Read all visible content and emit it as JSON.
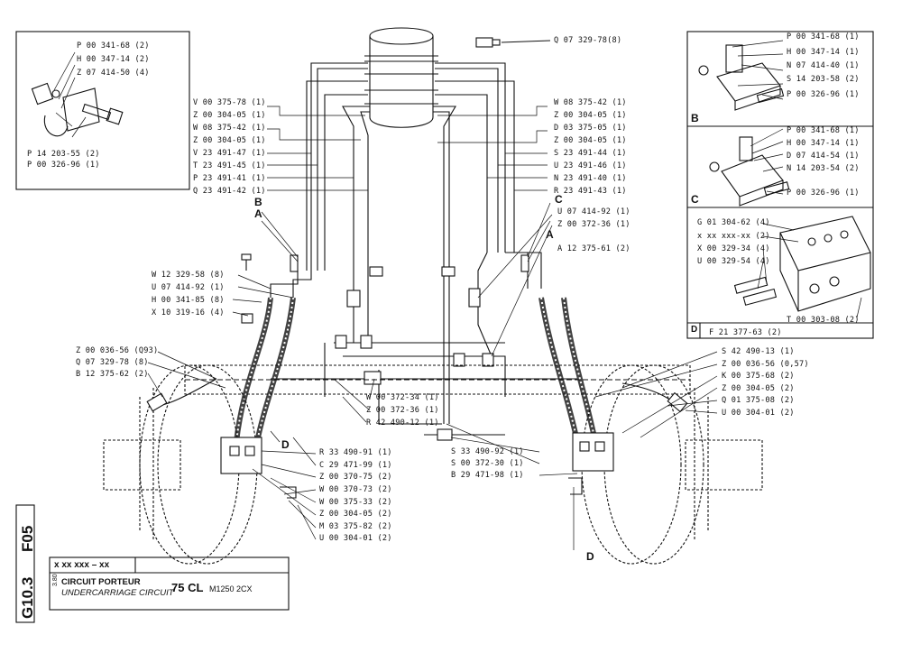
{
  "title_block": {
    "serial": "x xx xxx – xx",
    "date": "3.80",
    "title_fr": "CIRCUIT PORTEUR",
    "title_en": "UNDERCARRIAGE CIRCUIT",
    "model": "75 CL",
    "variant": "M1250  2CX",
    "side_code_1": "F05",
    "side_code_2": "G10.3"
  },
  "callouts": {
    "A_left": "A",
    "B_left": "B",
    "D_left": "D",
    "C_right": "C",
    "A_right": "A",
    "D_bottom": "D",
    "B_box": "B",
    "C_box": "C",
    "D_box": "D"
  },
  "inset_topleft": [
    "P 00 341-68 (2)",
    "H 00 347-14 (2)",
    "Z 07 414-50 (4)",
    "P 14 203-55 (2)",
    "P 00 326-96 (1)"
  ],
  "inset_B": [
    "P 00 341-68 (1)",
    "H 00 347-14 (1)",
    "N 07 414-40 (1)",
    "S 14 203-58 (2)",
    "P 00 326-96 (1)"
  ],
  "inset_C": [
    "P 00 341-68 (1)",
    "H 00 347-14 (1)",
    "D 07 414-54 (1)",
    "N 14 203-54 (2)",
    "P 00 326-96 (1)"
  ],
  "inset_D": [
    "G 01 304-62 (4)",
    "x xx xxx-xx (2)",
    "X 00 329-34 (4)",
    "U 00 329-54 (4)",
    "T 00 303-08 (2)",
    "F 21 377-63 (2)"
  ],
  "top_right_label": "Q 07 329-78(8)",
  "left_column": [
    "V 00 375-78 (1)",
    "Z 00 304-05 (1)",
    "W 08 375-42 (1)",
    "Z 00 304-05 (1)",
    "V 23 491-47 (1)",
    "T 23 491-45 (1)",
    "P 23 491-41 (1)",
    "Q 23 491-42 (1)"
  ],
  "right_column": [
    "W 08 375-42 (1)",
    "Z 00 304-05 (1)",
    "D 03 375-05 (1)",
    "Z 00 304-05 (1)",
    "S 23 491-44 (1)",
    "U 23 491-46 (1)",
    "N 23 491-40 (1)",
    "R 23 491-43 (1)"
  ],
  "right_mid": [
    "U 07 414-92 (1)",
    "Z 00 372-36 (1)",
    "A 12 375-61 (2)"
  ],
  "left_mid": [
    "W 12 329-58 (8)",
    "U 07 414-92 (1)",
    "H 00 341-85 (8)",
    "X 10 319-16 (4)"
  ],
  "left_lower": [
    "Z 00 036-56 (Q93)",
    "Q 07 329-78 (8)",
    "B 12 375-62 (2)"
  ],
  "right_lower": [
    "S 42 490-13 (1)",
    "Z 00 036-56 (0,57)",
    "K 00 375-68 (2)",
    "Z 00 304-05 (2)",
    "Q 01 375-08 (2)",
    "U 00 304-01 (2)"
  ],
  "center_mid": [
    "W 00 372-34 (1)",
    "Z 00 372-36 (1)",
    "R 42 490-12 (1)"
  ],
  "center_bottom_left": [
    "R 33 490-91 (1)",
    "C 29 471-99 (1)",
    "Z 00 370-75 (2)",
    "W 00 370-73 (2)",
    "W 00 375-33 (2)",
    "Z 00 304-05 (2)",
    "M 03 375-82 (2)",
    "U 00 304-01 (2)"
  ],
  "center_bottom_right": [
    "S 33 490-92 (1)",
    "S 00 372-30 (1)",
    "B 29 471-98 (1)"
  ]
}
